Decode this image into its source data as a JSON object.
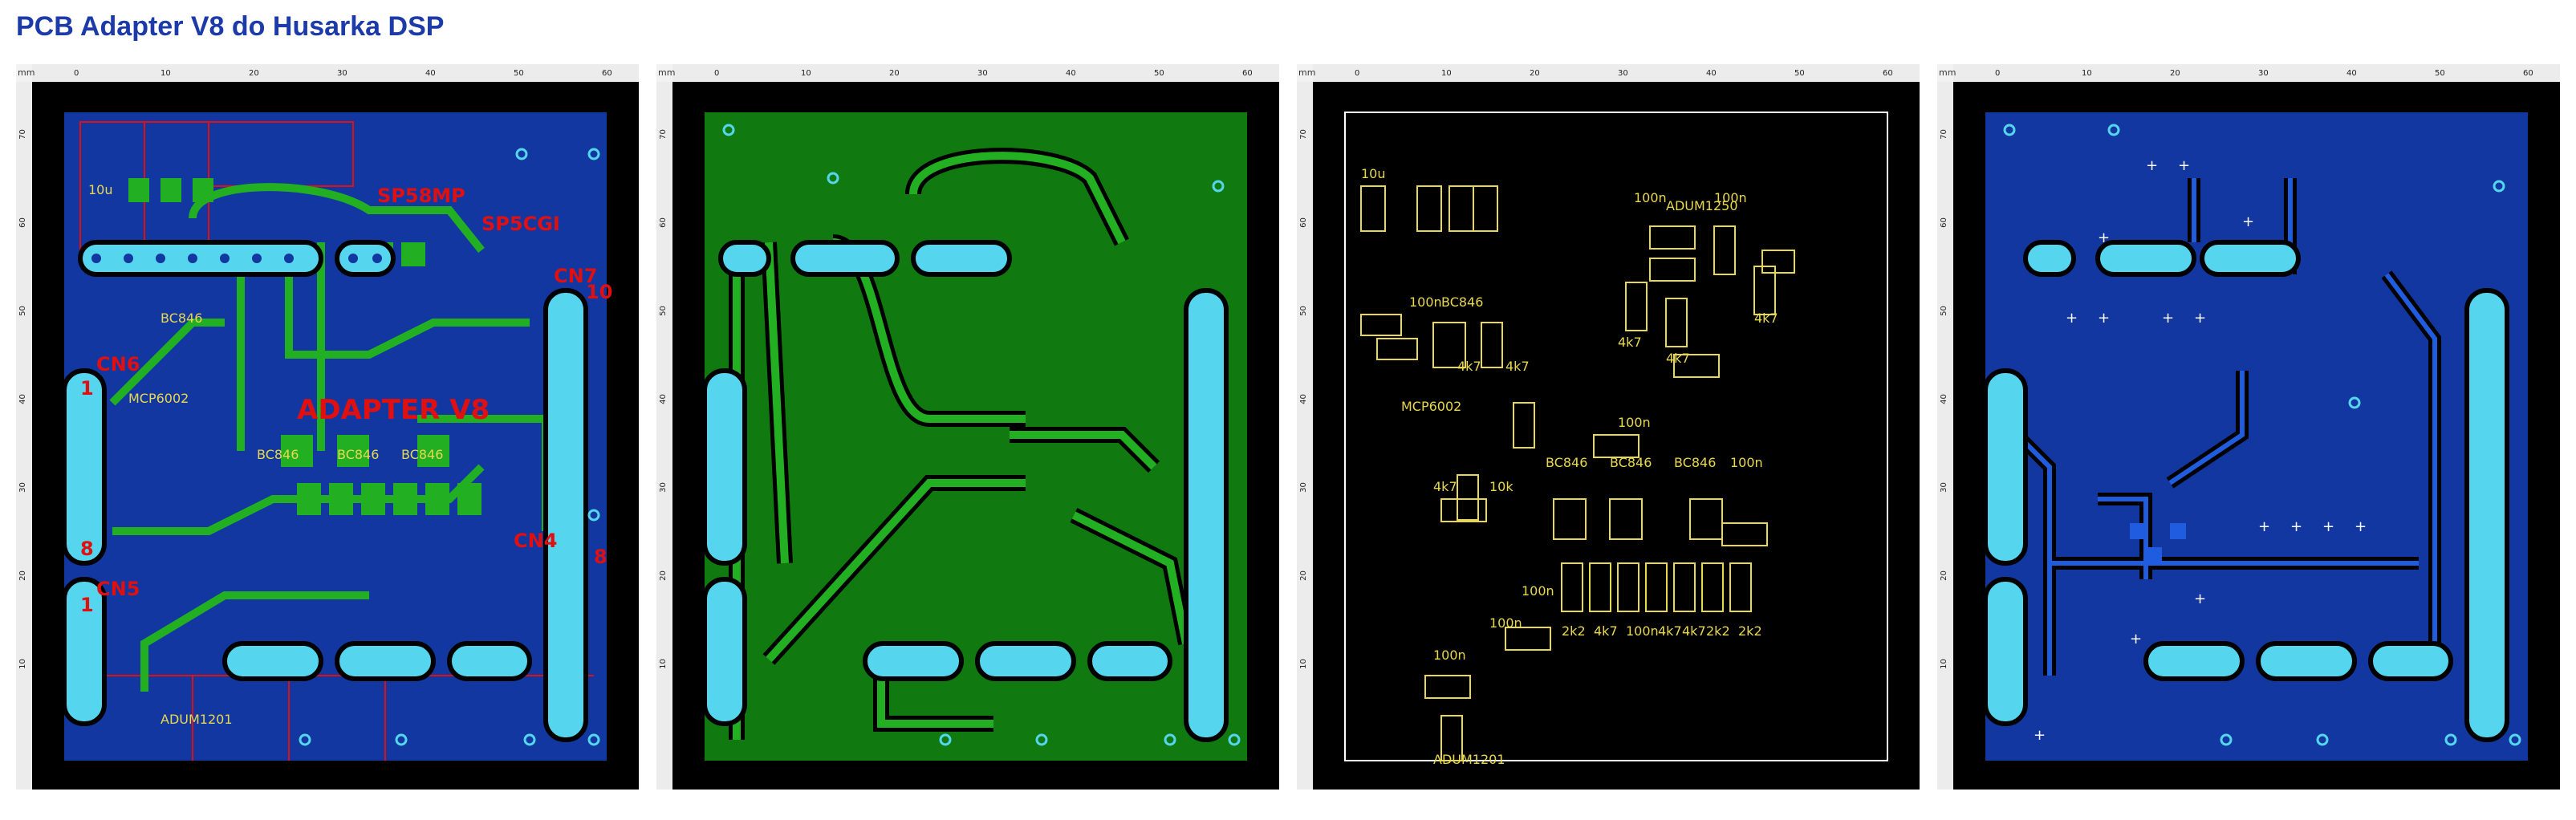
{
  "title": "PCB Adapter V8 do Husarka DSP",
  "ruler": {
    "unit": "mm",
    "h_ticks": [
      "0",
      "10",
      "20",
      "30",
      "40",
      "50",
      "60"
    ],
    "v_ticks": [
      "70",
      "60",
      "50",
      "40",
      "30",
      "20",
      "10"
    ]
  },
  "colors": {
    "title": "#1c3aa8",
    "board_blue": "#1237a0",
    "board_green": "#107a10",
    "copper_green": "#22b022",
    "pad_cyan": "#55d6ee",
    "silk_yellow": "#e8d850",
    "silk_red": "#e01010"
  },
  "panels": [
    {
      "name": "combined-view"
    },
    {
      "name": "bottom-copper-view"
    },
    {
      "name": "silkscreen-view"
    },
    {
      "name": "top-copper-view"
    }
  ],
  "labels_red": {
    "sp58mp": "SP58MP",
    "sp5cgi": "SP5CGI",
    "cn7": "CN7",
    "cn6": "CN6",
    "cn5": "CN5",
    "cn4": "CN4",
    "adapter": "ADAPTER V8",
    "one_a": "1",
    "one_b": "1",
    "eight": "8",
    "eight_b": "8",
    "ten": "10"
  },
  "silk": {
    "c10u": "10u",
    "bc846_1": "BC846",
    "c100n_1": "100n",
    "r4k7_a": "4k7",
    "r4k7_b": "4k7",
    "mcp6002": "MCP6002",
    "c100n_2": "100n",
    "bc846_2": "BC846",
    "bc846_3": "BC846",
    "bc846_4": "BC846",
    "c100n_3": "100n",
    "r4k7_c": "4k7",
    "r10k": "10k",
    "c100n_4": "100n",
    "c100n_5": "100n",
    "r2k2_a": "2k2",
    "r4k7_d": "4k7",
    "c100n_6": "100n",
    "r4k7_e": "4k7",
    "r4k7_f": "4k7",
    "r2k2_b": "2k2",
    "r2k2_c": "2k2",
    "c100n_7": "100n",
    "adum1201": "ADUM1201",
    "adum1250": "ADUM1250",
    "c100n_8": "100n",
    "c100n_9": "100n",
    "r4k7_g": "4k7",
    "r4k7_h": "4k7",
    "r4k7_i": "4k7"
  }
}
